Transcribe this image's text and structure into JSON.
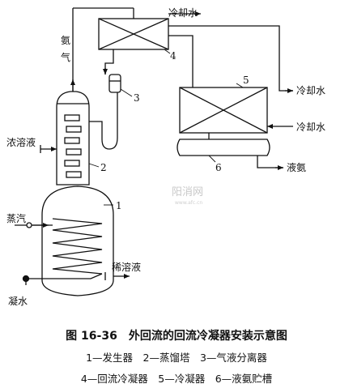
{
  "labels": {
    "cooling_water_top": "冷却水",
    "ammonia_gas_1": "氨",
    "ammonia_gas_2": "气",
    "cooling_water_right_1": "冷却水",
    "cooling_water_right_2": "冷却水",
    "concentrated_solution": "浓溶液",
    "steam": "蒸汽",
    "dilute_solution": "稀溶液",
    "condensate": "凝水",
    "liquid_ammonia": "液氨"
  },
  "numbers": {
    "n1": "1",
    "n2": "2",
    "n3": "3",
    "n4": "4",
    "n5": "5",
    "n6": "6"
  },
  "watermark": {
    "main": "阳消网",
    "sub": "www.afc.cn"
  },
  "caption": {
    "title": "图 16-36　外回流的回流冷凝器安装示意图",
    "legend_line1": "1—发生器　2—蒸馏塔　3—气液分离器",
    "legend_line2": "4—回流冷凝器　5—冷凝器　6—液氨贮槽"
  }
}
